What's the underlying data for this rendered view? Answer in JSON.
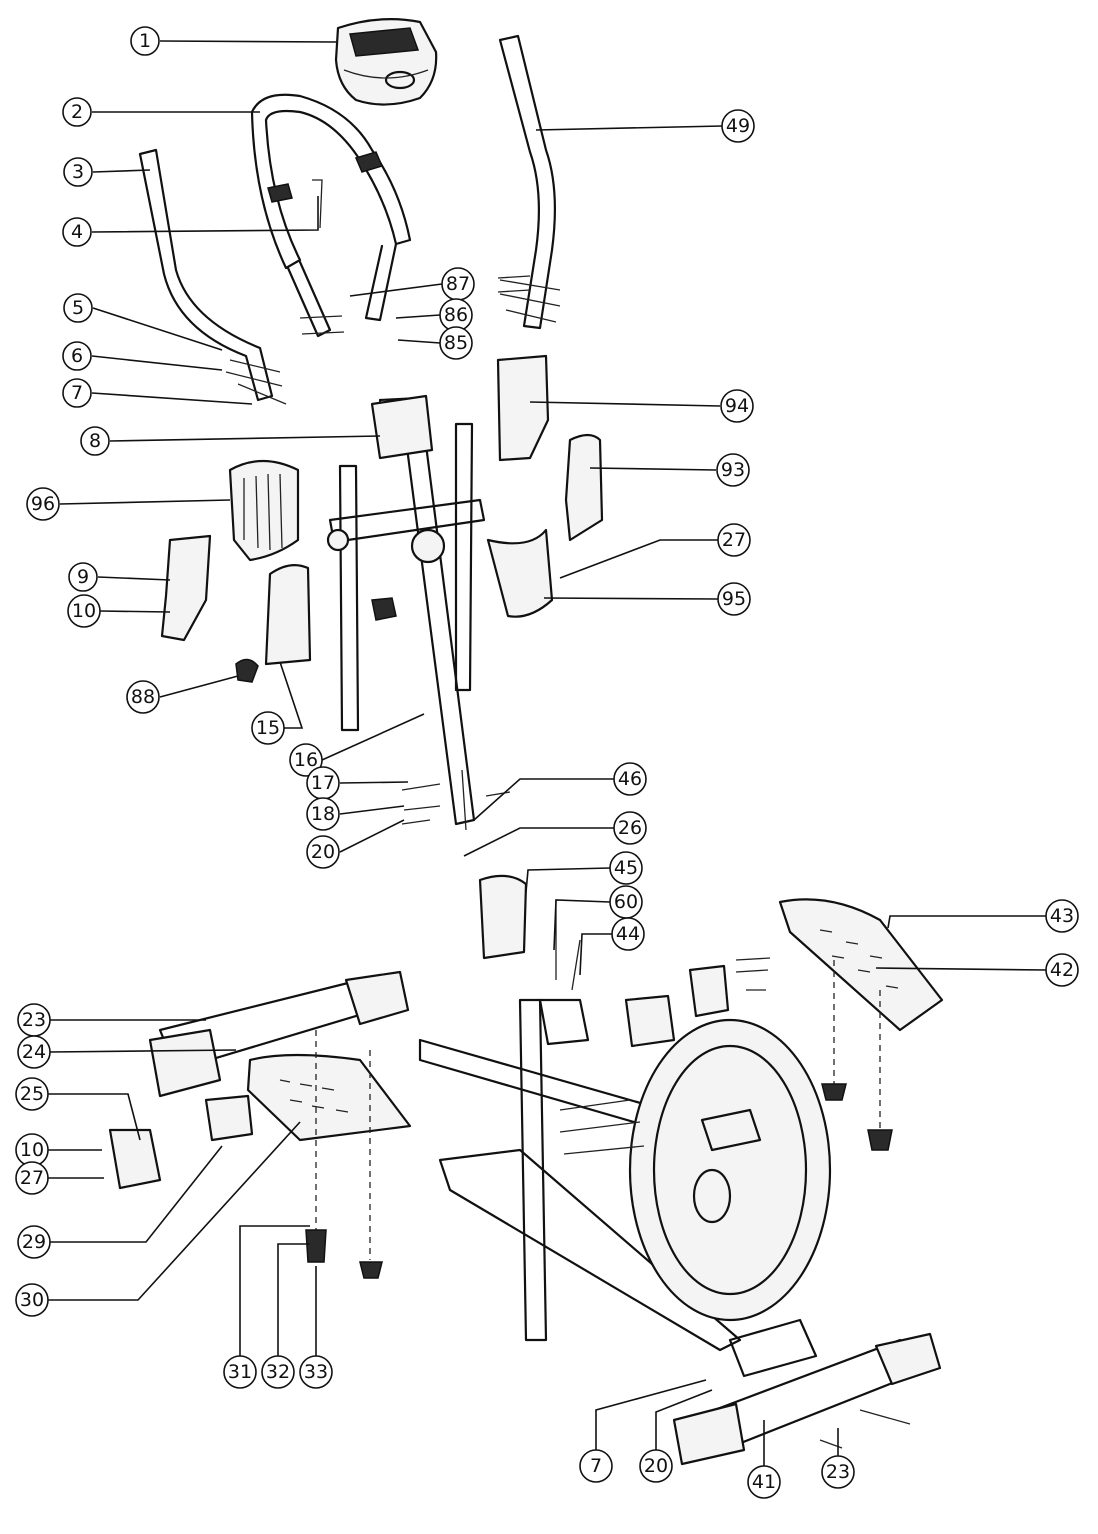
{
  "callouts": [
    {
      "id": "c1",
      "label": "1"
    },
    {
      "id": "c2",
      "label": "2"
    },
    {
      "id": "c3",
      "label": "3"
    },
    {
      "id": "c4",
      "label": "4"
    },
    {
      "id": "c5",
      "label": "5"
    },
    {
      "id": "c6",
      "label": "6"
    },
    {
      "id": "c7",
      "label": "7"
    },
    {
      "id": "c8",
      "label": "8"
    },
    {
      "id": "c96",
      "label": "96"
    },
    {
      "id": "c9",
      "label": "9"
    },
    {
      "id": "c10a",
      "label": "10"
    },
    {
      "id": "c88",
      "label": "88"
    },
    {
      "id": "c15",
      "label": "15"
    },
    {
      "id": "c16",
      "label": "16"
    },
    {
      "id": "c17",
      "label": "17"
    },
    {
      "id": "c18",
      "label": "18"
    },
    {
      "id": "c20a",
      "label": "20"
    },
    {
      "id": "c49",
      "label": "49"
    },
    {
      "id": "c87",
      "label": "87"
    },
    {
      "id": "c86",
      "label": "86"
    },
    {
      "id": "c85",
      "label": "85"
    },
    {
      "id": "c94",
      "label": "94"
    },
    {
      "id": "c93",
      "label": "93"
    },
    {
      "id": "c27a",
      "label": "27"
    },
    {
      "id": "c95",
      "label": "95"
    },
    {
      "id": "c46",
      "label": "46"
    },
    {
      "id": "c26",
      "label": "26"
    },
    {
      "id": "c45",
      "label": "45"
    },
    {
      "id": "c60",
      "label": "60"
    },
    {
      "id": "c44",
      "label": "44"
    },
    {
      "id": "c43",
      "label": "43"
    },
    {
      "id": "c42",
      "label": "42"
    },
    {
      "id": "c23a",
      "label": "23"
    },
    {
      "id": "c24",
      "label": "24"
    },
    {
      "id": "c25",
      "label": "25"
    },
    {
      "id": "c10b",
      "label": "10"
    },
    {
      "id": "c27b",
      "label": "27"
    },
    {
      "id": "c29",
      "label": "29"
    },
    {
      "id": "c30",
      "label": "30"
    },
    {
      "id": "c31",
      "label": "31"
    },
    {
      "id": "c32",
      "label": "32"
    },
    {
      "id": "c33",
      "label": "33"
    },
    {
      "id": "c7b",
      "label": "7"
    },
    {
      "id": "c20b",
      "label": "20"
    },
    {
      "id": "c41",
      "label": "41"
    },
    {
      "id": "c23b",
      "label": "23"
    }
  ]
}
